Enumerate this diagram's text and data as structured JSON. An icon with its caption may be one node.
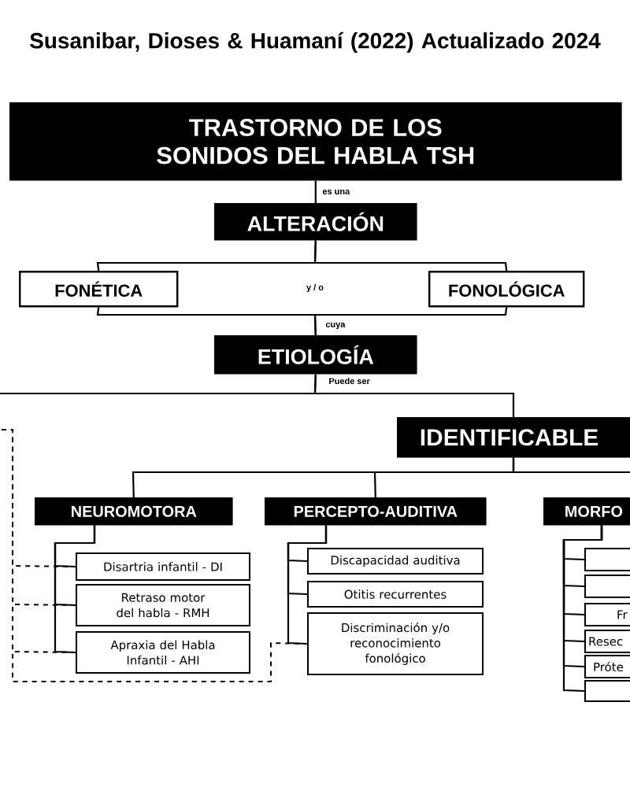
{
  "diagram": {
    "title": "Susanibar, Dioses & Huamaní (2022) Actualizado 2024",
    "nodes": [
      {
        "text": [
          "TRASTORNO DE LOS SONIDOS DEL HABLA TSH"
        ]
      },
      {
        "text": [
          "ALTERACIÓN"
        ]
      },
      {
        "text": [
          "FONÉTICA"
        ]
      },
      {
        "text": [
          "FONOLÓGICA"
        ]
      },
      {
        "text": [
          "ETIOLOGÍA"
        ]
      },
      {
        "text": [
          "IDENTIFICABLE"
        ]
      },
      {
        "text": [
          "NEUROMOTORA"
        ]
      },
      {
        "text": [
          "PERCEPTO-AUDITIVA"
        ]
      },
      {
        "text": [
          "MORFO"
        ]
      },
      {
        "text": [
          "Disartria infantil - DI"
        ]
      },
      {
        "text": [
          "Retraso motor del habla - RMH"
        ]
      },
      {
        "text": [
          "Apraxia del Habla Infantil - AHI"
        ]
      },
      {
        "text": [
          "Discapacidad auditiva"
        ]
      },
      {
        "text": [
          "Otitis recurrentes"
        ]
      },
      {
        "text": [
          "Discriminación y/o reconocimiento fonológico"
        ]
      },
      {
        "text": [],
        "shape": "box"
      },
      {
        "text": [],
        "shape": "box"
      },
      {
        "text": [
          "Fr"
        ]
      },
      {
        "text": [
          "Resec"
        ]
      },
      {
        "text": [
          "Próte"
        ]
      },
      {
        "text": [],
        "shape": "box"
      }
    ],
    "edges": [
      {
        "from": 0,
        "to": 1,
        "arrow": "none",
        "label": "es una"
      },
      {
        "from": 1,
        "to": 2,
        "arrow": "none"
      },
      {
        "from": 1,
        "to": 3,
        "arrow": "none"
      },
      {
        "from": 2,
        "to": 4,
        "arrow": "none",
        "label": "cuya"
      },
      {
        "from": 3,
        "to": 4,
        "arrow": "none"
      },
      {
        "from": 4,
        "to": 5,
        "arrow": "none",
        "label": "Puede ser"
      },
      {
        "from": 4,
        "to": null,
        "arrow": "none"
      },
      {
        "from": 5,
        "to": 6,
        "arrow": "none"
      },
      {
        "from": 5,
        "to": 7,
        "arrow": "none"
      },
      {
        "from": 5,
        "to": 8,
        "arrow": "none"
      },
      {
        "from": 6,
        "to": 9,
        "arrow": "none"
      },
      {
        "from": 6,
        "to": 10,
        "arrow": "none"
      },
      {
        "from": 6,
        "to": 11,
        "arrow": "none"
      },
      {
        "from": 7,
        "to": 12,
        "arrow": "none"
      },
      {
        "from": 7,
        "to": 13,
        "arrow": "none"
      },
      {
        "from": 7,
        "to": 14,
        "arrow": "none"
      },
      {
        "from": 8,
        "to": 15,
        "arrow": "none"
      },
      {
        "from": 8,
        "to": 16,
        "arrow": "none"
      },
      {
        "from": 8,
        "to": 17,
        "arrow": "none"
      },
      {
        "from": 8,
        "to": 18,
        "arrow": "none"
      },
      {
        "from": 8,
        "to": 19,
        "arrow": "none"
      },
      {
        "from": 8,
        "to": 20,
        "arrow": "none"
      },
      {
        "from": null,
        "to": 9,
        "arrow": "none",
        "style": "dashed"
      },
      {
        "from": null,
        "to": 10,
        "arrow": "none",
        "style": "dashed"
      },
      {
        "from": null,
        "to": 11,
        "arrow": "none",
        "style": "dashed"
      },
      {
        "from": null,
        "to": 14,
        "arrow": "none",
        "style": "dashed"
      }
    ],
    "labels": [
      "y / o"
    ]
  }
}
